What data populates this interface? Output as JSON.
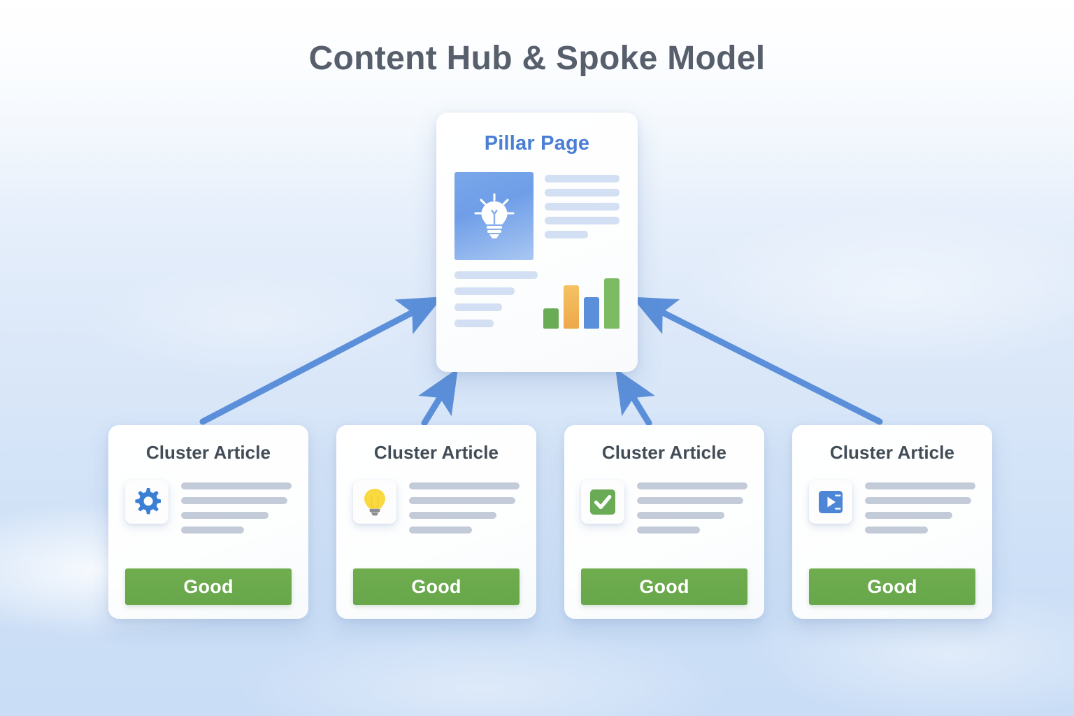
{
  "page": {
    "title": "Content Hub & Spoke Model",
    "title_color": "#565f6b",
    "background": {
      "top_color": "#ffffff",
      "bottom_color": "#c9ddf6",
      "style": "sky-gradient-with-clouds"
    }
  },
  "hub": {
    "card_name": "pillar-page-card",
    "title": "Pillar Page",
    "title_color": "#4a7fd3",
    "hero_icon": "lightbulb-icon",
    "hero_background_color": "#6f9ee8",
    "text_lines_upper": 5,
    "text_lines_lower": 4,
    "text_line_color": "#d3e0f3",
    "chart": {
      "bars": [
        {
          "label": "bar-1",
          "height_pct": 40,
          "color": "#6aab55"
        },
        {
          "label": "bar-2",
          "height_pct": 86,
          "color": "#f2b452"
        },
        {
          "label": "bar-3",
          "height_pct": 62,
          "color": "#5b8fd9"
        },
        {
          "label": "bar-4",
          "height_pct": 100,
          "color": "#7cbb63"
        }
      ]
    }
  },
  "spokes": [
    {
      "title": "Cluster Article",
      "icon": "gear-icon",
      "icon_color": "#3b7fd4",
      "badge_label": "Good",
      "badge_color": "#67a64a",
      "text_lines": 4
    },
    {
      "title": "Cluster Article",
      "icon": "lightbulb-icon",
      "icon_color": "#f7d33e",
      "badge_label": "Good",
      "badge_color": "#67a64a",
      "text_lines": 4
    },
    {
      "title": "Cluster Article",
      "icon": "check-icon",
      "icon_color": "#6aab55",
      "badge_label": "Good",
      "badge_color": "#67a64a",
      "text_lines": 4
    },
    {
      "title": "Cluster Article",
      "icon": "video-play-icon",
      "icon_color": "#4d86d6",
      "badge_label": "Good",
      "badge_color": "#67a64a",
      "text_lines": 4
    }
  ],
  "connectors": {
    "color": "#5b8fd9",
    "count": 4,
    "direction": "spoke-to-hub",
    "description": "Each cluster article links upward to the pillar page"
  }
}
